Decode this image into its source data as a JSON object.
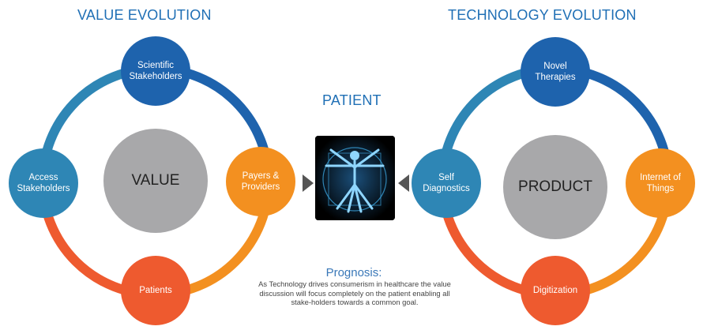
{
  "colors": {
    "heading": "#1f6fb5",
    "dark_blue": "#1e63ad",
    "mid_blue": "#2e86b5",
    "orange": "#f39020",
    "red_orange": "#ee5a2f",
    "center_gray": "#a8a8aa"
  },
  "left": {
    "heading": "VALUE EVOLUTION",
    "center": "VALUE",
    "nodes": {
      "top": "Scientific\nStakeholders",
      "left": "Access\nStakeholders",
      "right": "Payers &\nProviders",
      "bottom": "Patients"
    }
  },
  "right": {
    "heading": "TECHNOLOGY EVOLUTION",
    "center": "PRODUCT",
    "nodes": {
      "top": "Novel\nTherapies",
      "left": "Self\nDiagnostics",
      "right": "Internet of\nThings",
      "bottom": "Digitization"
    }
  },
  "patient": {
    "heading": "PATIENT",
    "image_icon": "vitruvian-man-icon"
  },
  "prognosis": {
    "title": "Prognosis:",
    "body": "As Technology drives consumerism in healthcare the value discussion will focus completely  on the patient enabling all stake-holders towards  a common goal."
  }
}
